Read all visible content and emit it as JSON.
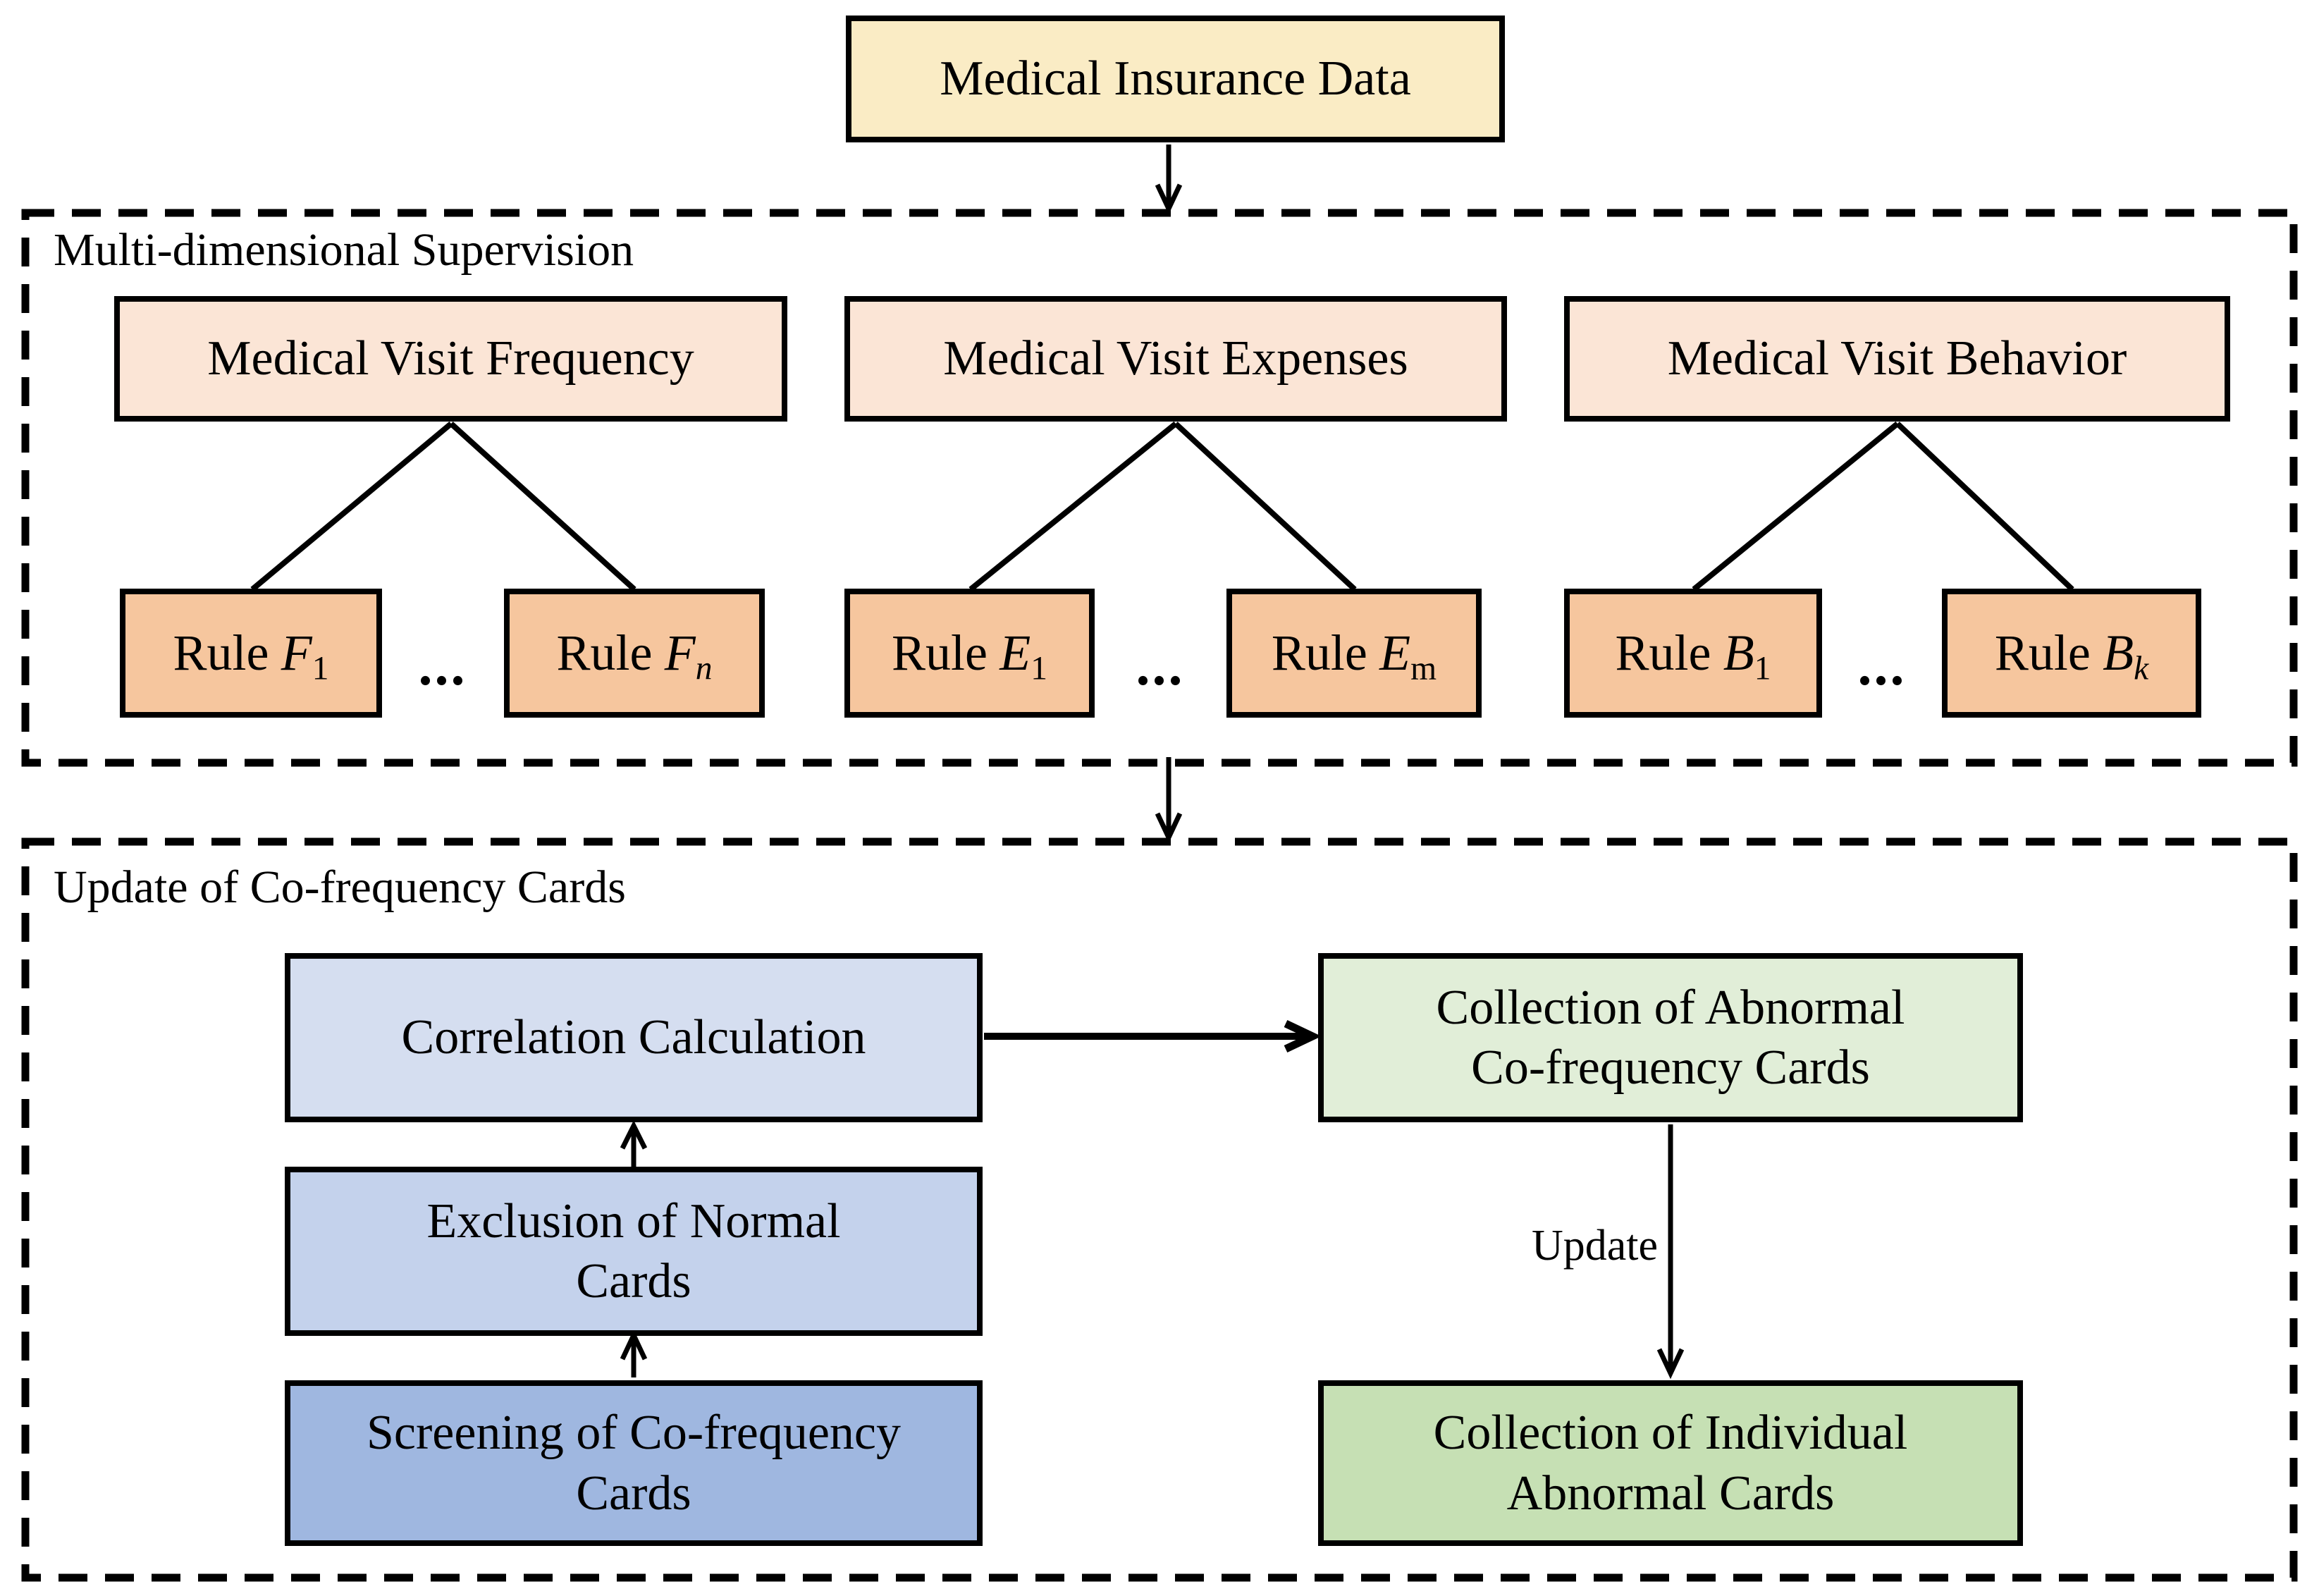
{
  "diagram": {
    "root_box": {
      "label": "Medical Insurance Data"
    },
    "supervision": {
      "section_label": "Multi-dimensional Supervision",
      "groups": [
        {
          "label": "Medical Visit Frequency",
          "dots": "...",
          "rules": [
            {
              "prefix": "Rule",
              "sym": "F",
              "sub": "1"
            },
            {
              "prefix": "Rule",
              "sym": "F",
              "sub": "n"
            }
          ]
        },
        {
          "label": "Medical Visit Expenses",
          "dots": "...",
          "rules": [
            {
              "prefix": "Rule",
              "sym": "E",
              "sub": "1"
            },
            {
              "prefix": "Rule",
              "sym": "E",
              "sub": "m"
            }
          ]
        },
        {
          "label": "Medical Visit Behavior",
          "dots": "...",
          "rules": [
            {
              "prefix": "Rule",
              "sym": "B",
              "sub": "1"
            },
            {
              "prefix": "Rule",
              "sym": "B",
              "sub": "k"
            }
          ]
        }
      ]
    },
    "update_section": {
      "section_label": "Update of Co-frequency Cards",
      "correlation_box": "Correlation Calculation",
      "exclusion_box": "Exclusion of Normal\nCards",
      "screening_box": "Screening of Co-frequency\nCards",
      "abnormal_box": "Collection of Abnormal\nCo-frequency Cards",
      "individual_box": "Collection of Individual\nAbnormal Cards",
      "update_arrow_label": "Update"
    },
    "colors": {
      "root_fill": "#FAECC5",
      "dimension_fill": "#FBE5D6",
      "rule_fill": "#F6C69E",
      "correlation_fill": "#D5DEF0",
      "exclusion_fill": "#C4D2EC",
      "screening_fill": "#9FB7E0",
      "abnormal_fill": "#E1EED8",
      "individual_fill": "#C6E0B4",
      "line_color": "#000000"
    }
  }
}
